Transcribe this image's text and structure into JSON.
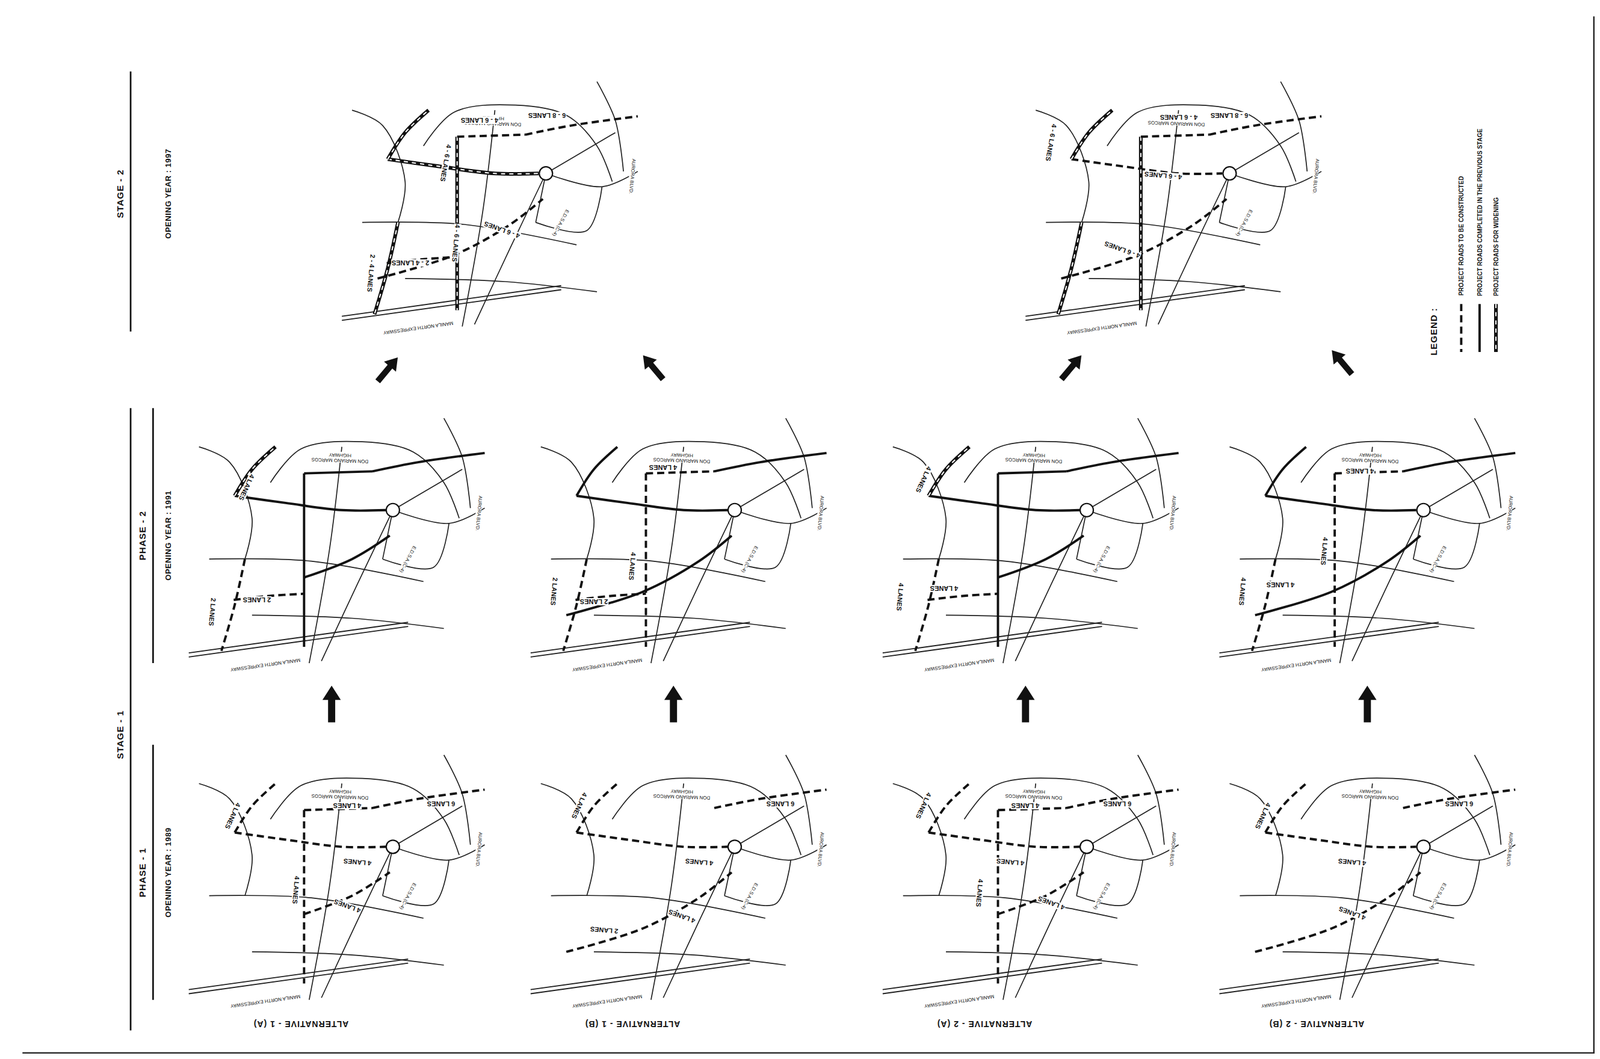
{
  "diagram": {
    "labels": [
      "STAGE - 2",
      "OPENING YEAR : 1997",
      "STAGE - 1",
      "PHASE - 2",
      "OPENING YEAR : 1991",
      "PHASE - 1",
      "OPENING YEAR : 1989",
      "LEGEND :",
      "MANILA NORTH EXPRESSWAY",
      "DON MARIANO MARCOS HIGHWAY",
      "AURORA BLVD.",
      "E.D.S.A.(C-4)",
      "4 - 6 LANES",
      "2 - 4 LANES",
      "2 - 4 LANES",
      "4 - 6 LANES",
      "4 - 6 LANES",
      "4 - 6 LANES",
      "6 - 8 LANES",
      "MANILA NORTH EXPRESSWAY",
      "DON MARIANO MARCOS HIGHWAY",
      "AURORA BLVD.",
      "E.D.S.A.(C-4)",
      "4 - 6 LANES",
      "4 - 6 LANES",
      "4 - 6 LANES",
      "4 - 6 LANES",
      "6 - 8 LANES",
      "MANILA NORTH EXPRESSWAY",
      "DON MARIANO MARCOS HIGHWAY",
      "AURORA BLVD.",
      "E.D.S.A.(C-4)",
      "4 LANES",
      "2 LANES",
      "2 LANES",
      "MANILA NORTH EXPRESSWAY",
      "DON MARIANO MARCOS HIGHWAY",
      "AURORA BLVD.",
      "E.D.S.A.(C-4)",
      "4 LANES",
      "4 LANES",
      "2 LANES",
      "2 LANES",
      "MANILA NORTH EXPRESSWAY",
      "DON MARIANO MARCOS HIGHWAY",
      "AURORA BLVD.",
      "E.D.S.A.(C-4)",
      "4 LANES",
      "4 LANES",
      "4 LANES",
      "MANILA NORTH EXPRESSWAY",
      "DON MARIANO MARCOS HIGHWAY",
      "AURORA BLVD.",
      "E.D.S.A.(C-4)",
      "4 LANES",
      "4 LANES",
      "4 LANES",
      "4 LANES",
      "MANILA NORTH EXPRESSWAY",
      "DON MARIANO MARCOS HIGHWAY",
      "AURORA BLVD.",
      "E.D.S.A.(C-4)",
      "4 LANES",
      "4 LANES",
      "6 LANES",
      "4 LANES",
      "4 LANES",
      "4 LANES",
      "MANILA NORTH EXPRESSWAY",
      "DON MARIANO MARCOS HIGHWAY",
      "AURORA BLVD.",
      "E.D.S.A.(C-4)",
      "4 LANES",
      "4 LANES",
      "6 LANES",
      "4 LANES",
      "2 LANES",
      "MANILA NORTH EXPRESSWAY",
      "DON MARIANO MARCOS HIGHWAY",
      "AURORA BLVD.",
      "E.D.S.A.(C-4)",
      "4 LANES",
      "4 LANES",
      "6 LANES",
      "4 LANES",
      "4 LANES",
      "4 LANES",
      "MANILA NORTH EXPRESSWAY",
      "DON MARIANO MARCOS HIGHWAY",
      "AURORA BLVD.",
      "E.D.S.A.(C-4)",
      "4 LANES",
      "4 LANES",
      "6 LANES",
      "4 LANES",
      "ALTERNATIVE - 1 (A)",
      "ALTERNATIVE - 1 (B)",
      "ALTERNATIVE - 2 (A)",
      "ALTERNATIVE - 2 (B)"
    ],
    "legend": [
      {
        "text": "PROJECT ROADS TO BE CONSTRUCTED"
      },
      {
        "text": "PROJECT ROADS COMPLETED IN THE PREVIOUS STAGE"
      },
      {
        "text": "PROJECT ROADS FOR WIDENING"
      }
    ]
  }
}
